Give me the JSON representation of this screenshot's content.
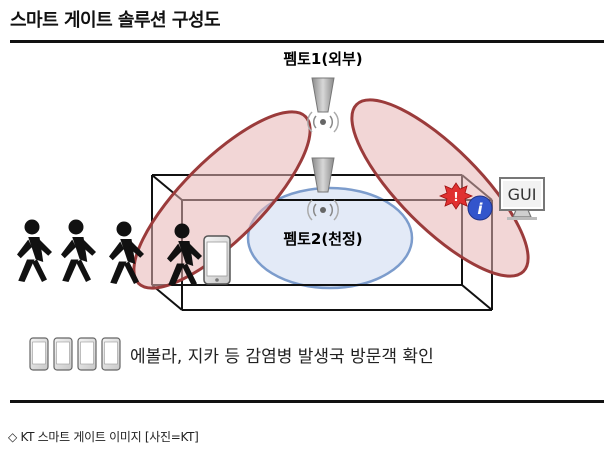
{
  "header": {
    "title": "스마트 게이트 솔루션 구성도"
  },
  "diagram": {
    "femto_outdoor_label": "펨토1(외부)",
    "femto_ceiling_label": "펨토2(천정)",
    "gui_label": "GUI",
    "info_label": "i",
    "alert_label": "!",
    "phones_caption": "에볼라, 지카 등 감염병 발생국 방문객 확인"
  },
  "footer": {
    "caption": "◇ KT 스마트 게이트 이미지 [사진=KT]"
  },
  "colors": {
    "beam_fill": "#e8b4b4",
    "beam_stroke": "#9b3b3b",
    "coverage_fill": "#e3eaf7",
    "coverage_stroke": "#7c9ccc",
    "info_blue": "#3355cc",
    "alert_red": "#e03030"
  }
}
